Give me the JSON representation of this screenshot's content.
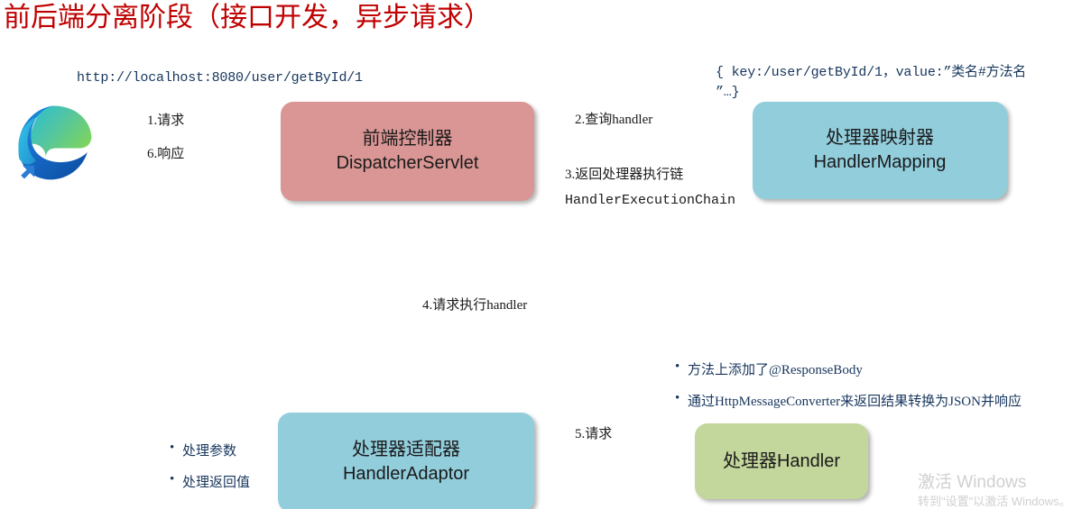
{
  "title": "前后端分离阶段（接口开发，异步请求）",
  "annotations": {
    "url": "http://localhost:8080/user/getById/1",
    "handler_mapping_note_line1": "{ key:/user/getById/1，value:”类名#方法名",
    "handler_mapping_note_line2": "”…}"
  },
  "nodes": {
    "browser": {
      "icon": "edge-browser-icon"
    },
    "dispatcher_servlet": {
      "cn": "前端控制器",
      "en": "DispatcherServlet",
      "color": "#d99694"
    },
    "handler_mapping": {
      "cn": "处理器映射器",
      "en": "HandlerMapping",
      "color": "#92cddc"
    },
    "handler_adaptor": {
      "cn": "处理器适配器",
      "en": "HandlerAdaptor",
      "color": "#92cddc"
    },
    "handler": {
      "cn": "处理器",
      "en": "Handler",
      "color": "#c3d69b"
    }
  },
  "arrows": {
    "step1": "1.请求",
    "step6": "6.响应",
    "step2": "2.查询handler",
    "step3": "3.返回处理器执行链",
    "step3_sub": "HandlerExecutionChain",
    "step4": "4.请求执行handler",
    "step5": "5.请求"
  },
  "bullets_left": [
    "处理参数",
    "处理返回值"
  ],
  "bullets_right": [
    "方法上添加了@ResponseBody",
    "通过HttpMessageConverter来返回结果转换为JSON并响应"
  ],
  "watermark": {
    "line1": "激活 Windows",
    "line2": "转到\"设置\"以激活 Windows。"
  },
  "colors": {
    "title": "#c00000",
    "annotation_text": "#17365d",
    "arrow": "#333333",
    "pink_box": "#d99694",
    "blue_box": "#92cddc",
    "green_box": "#c3d69b"
  }
}
